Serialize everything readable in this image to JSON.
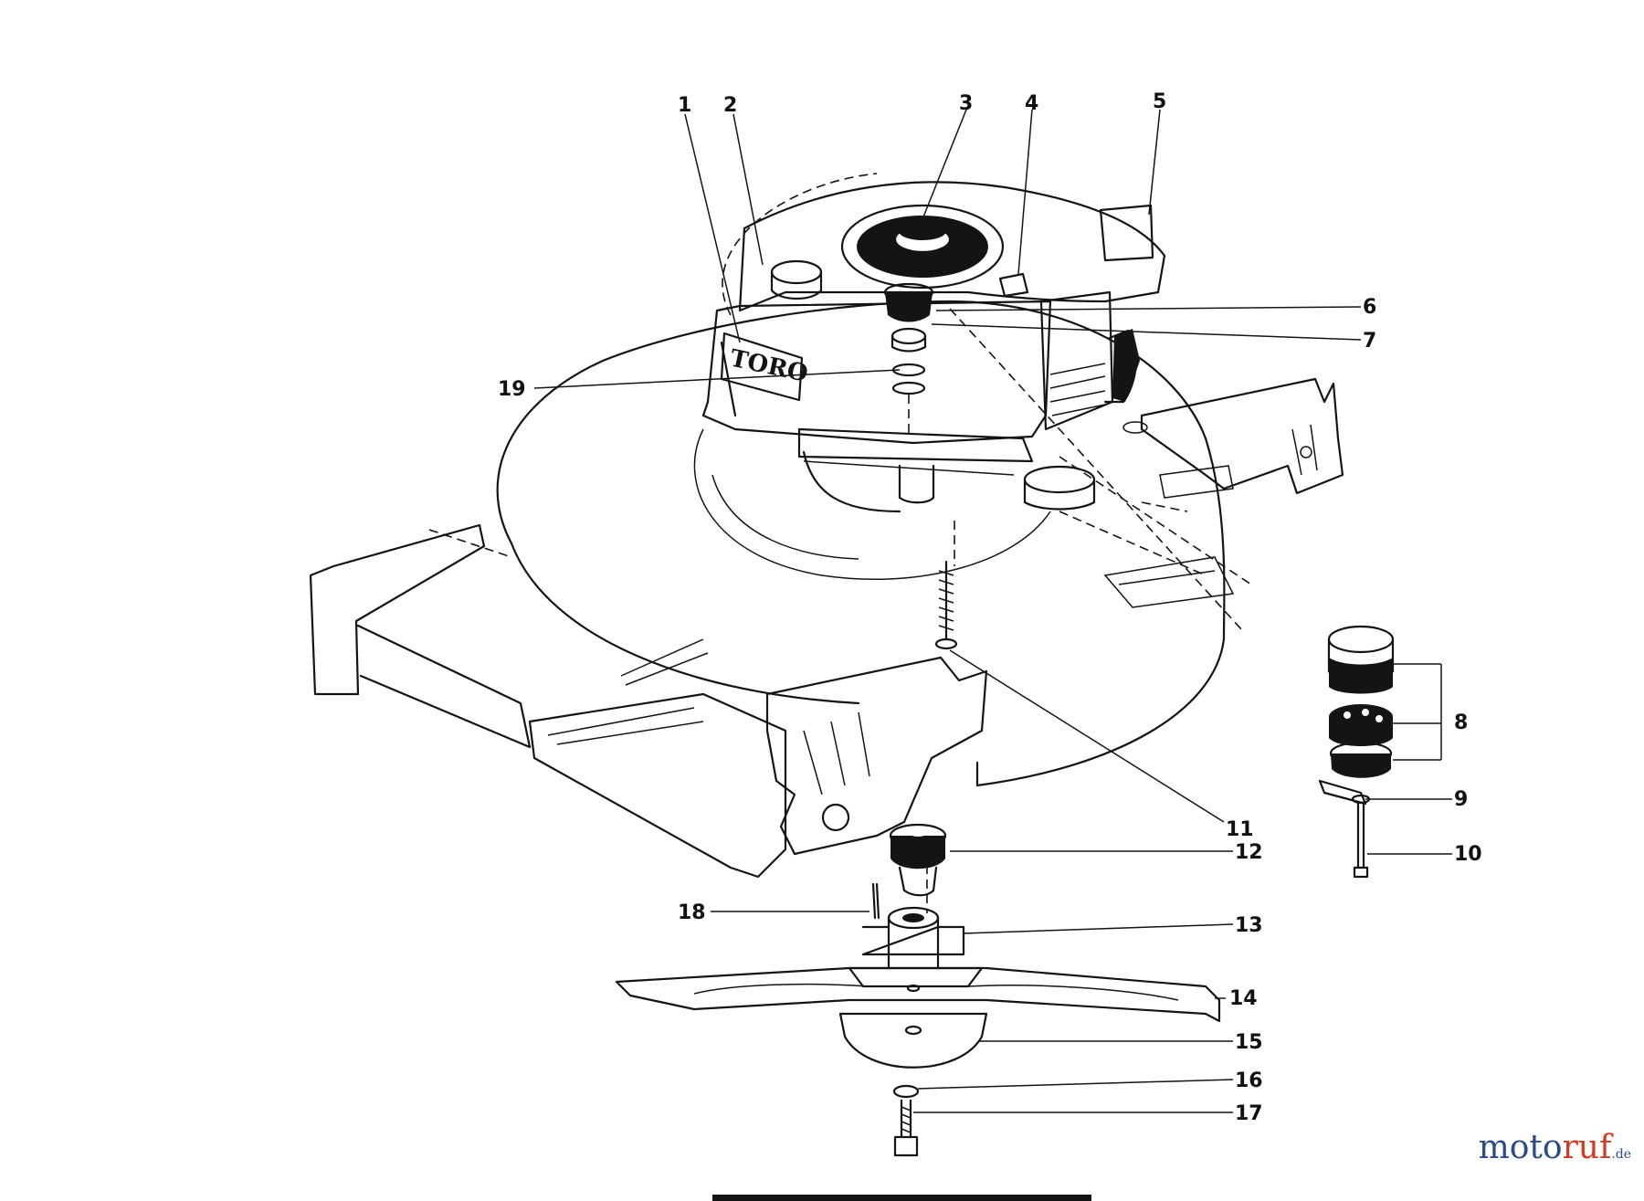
{
  "diagram": {
    "callouts": [
      {
        "id": "c1",
        "text": "1"
      },
      {
        "id": "c2",
        "text": "2"
      },
      {
        "id": "c3",
        "text": "3"
      },
      {
        "id": "c4",
        "text": "4"
      },
      {
        "id": "c5",
        "text": "5"
      },
      {
        "id": "c6",
        "text": "6"
      },
      {
        "id": "c7",
        "text": "7"
      },
      {
        "id": "c8",
        "text": "8"
      },
      {
        "id": "c9",
        "text": "9"
      },
      {
        "id": "c10",
        "text": "10"
      },
      {
        "id": "c11",
        "text": "11"
      },
      {
        "id": "c12",
        "text": "12"
      },
      {
        "id": "c13",
        "text": "13"
      },
      {
        "id": "c14",
        "text": "14"
      },
      {
        "id": "c15",
        "text": "15"
      },
      {
        "id": "c16",
        "text": "16"
      },
      {
        "id": "c17",
        "text": "17"
      },
      {
        "id": "c18",
        "text": "18"
      },
      {
        "id": "c19",
        "text": "19"
      }
    ],
    "engine_brand": "TORO"
  },
  "watermark": {
    "part1": "moto",
    "part2": "ruf",
    "part3": ".de"
  }
}
